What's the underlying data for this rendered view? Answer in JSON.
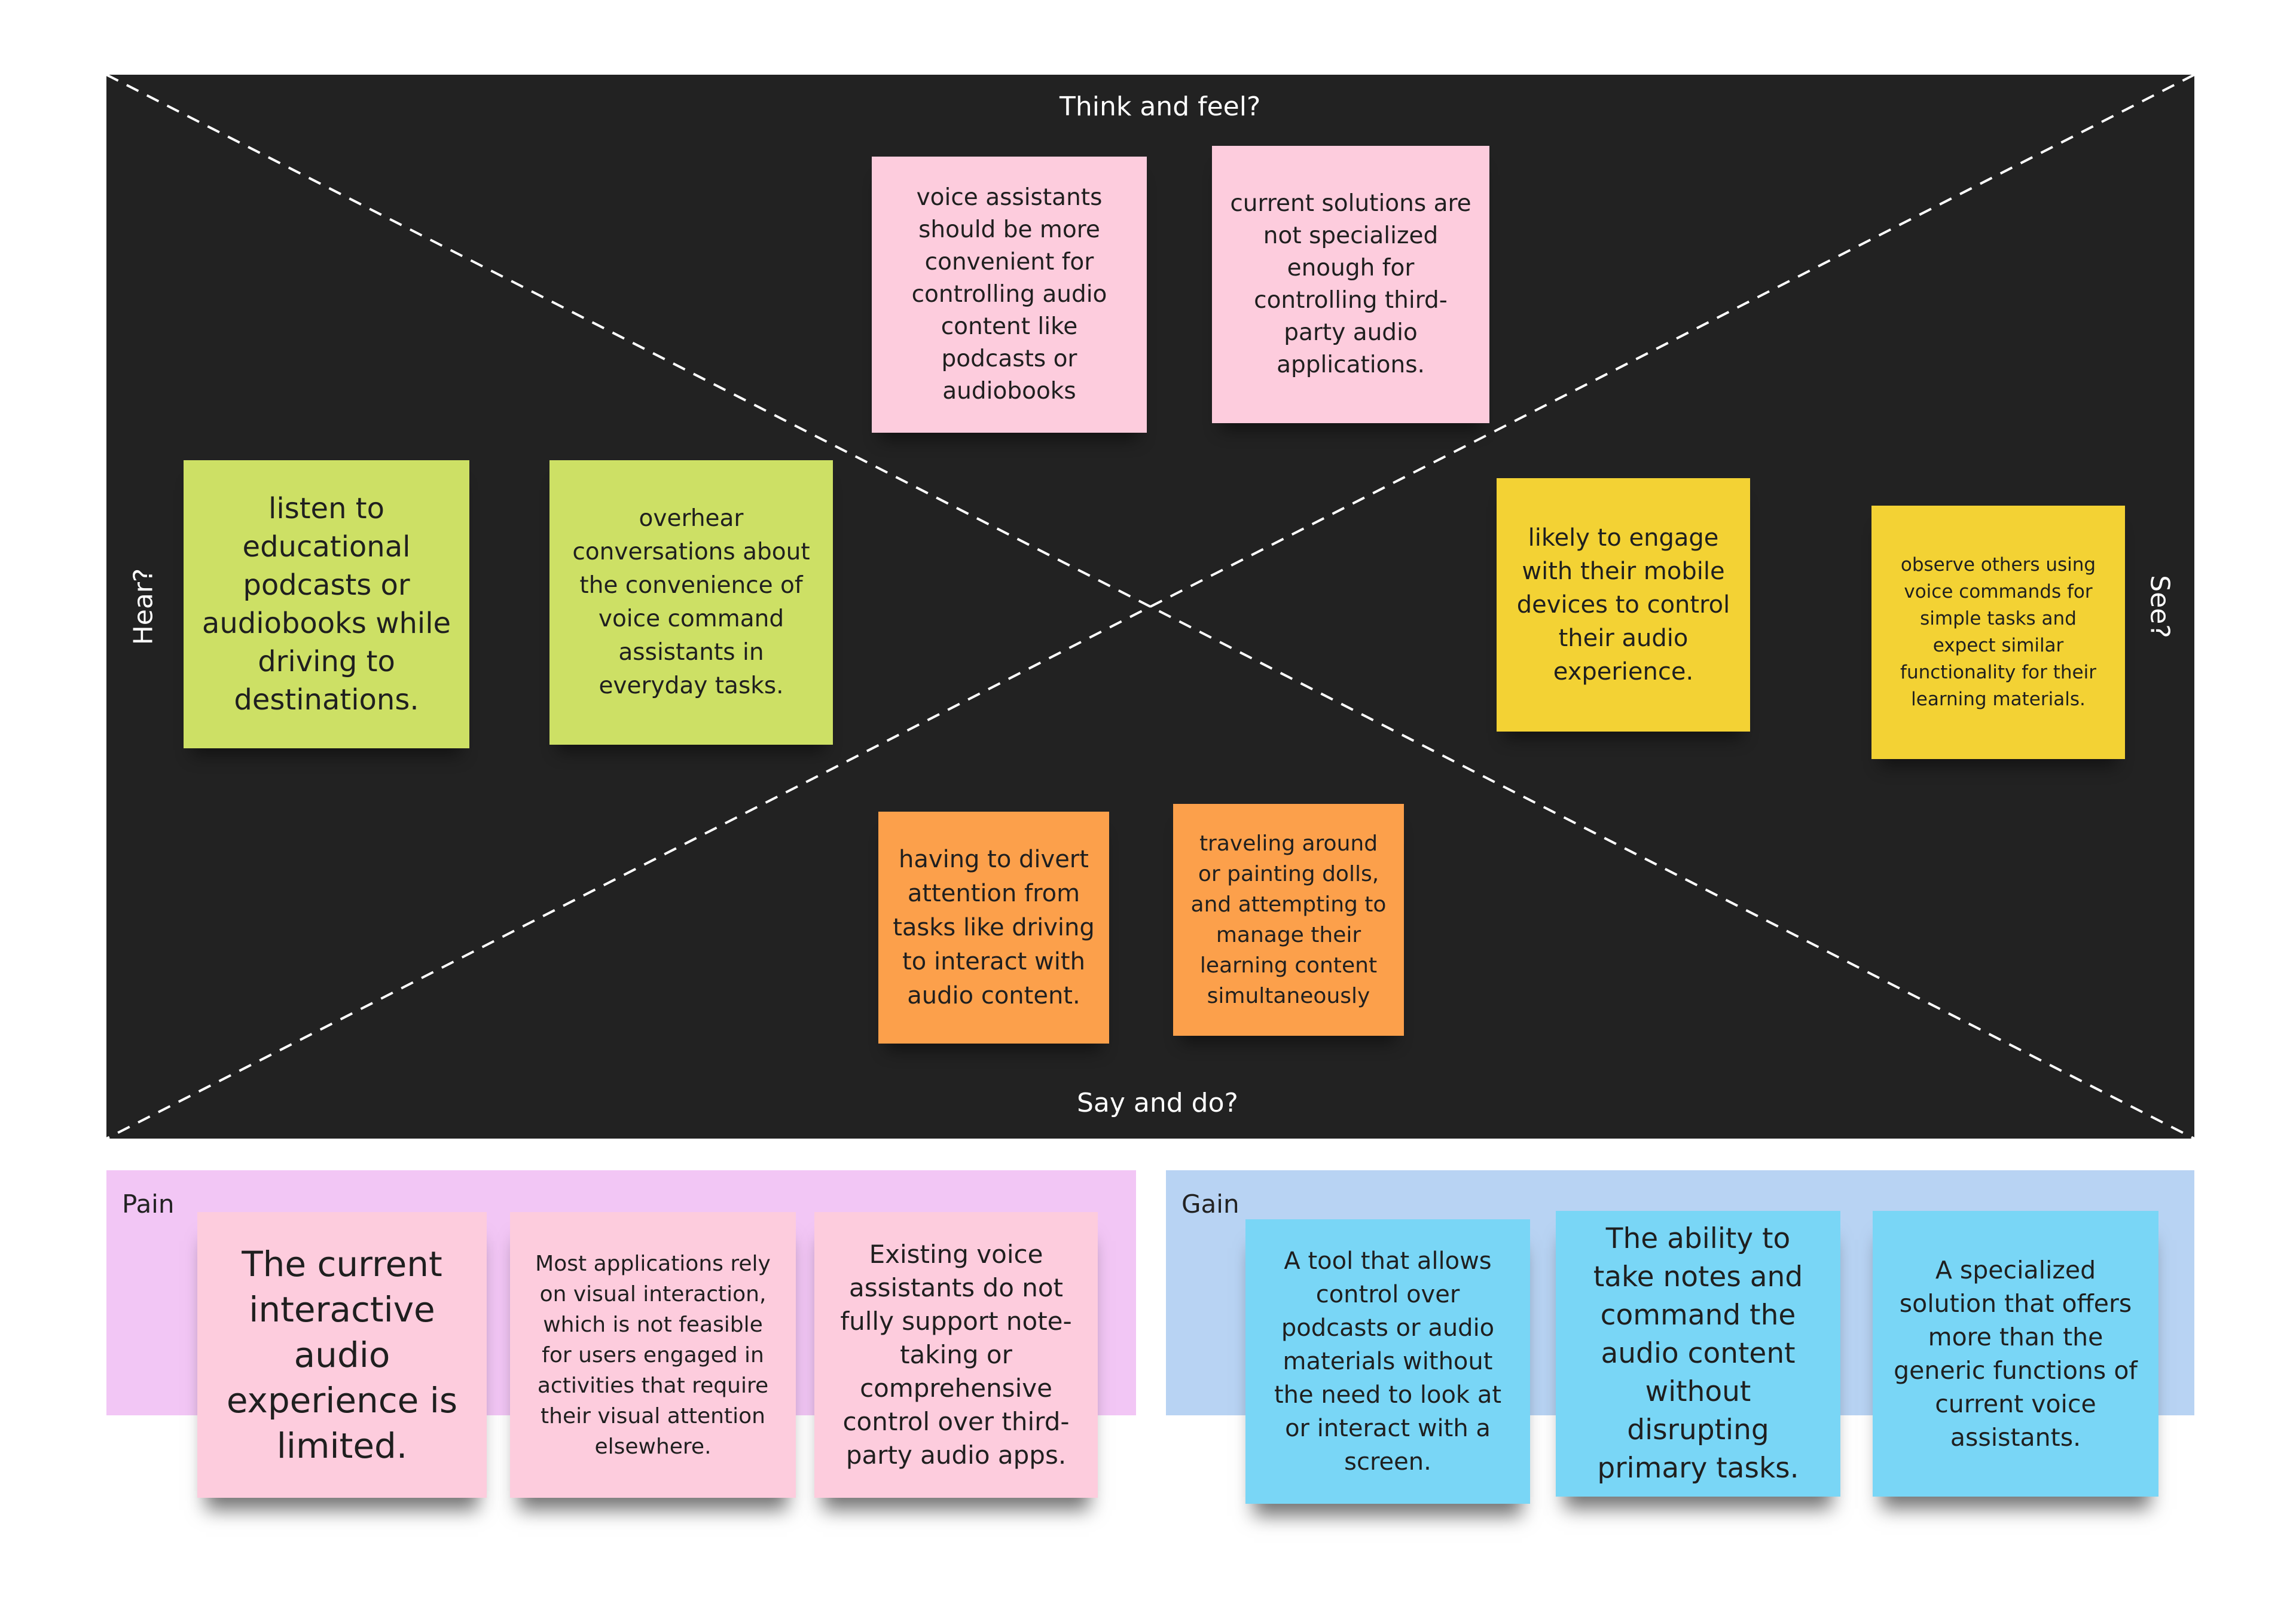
{
  "empathy_map": {
    "quadrants": {
      "think_feel": "Think and feel?",
      "hear": "Hear?",
      "see": "See?",
      "say_do": "Say and do?"
    },
    "notes": {
      "think_1": "voice assistants should be more convenient for controlling audio content like podcasts or audiobooks",
      "think_2": "current solutions are not specialized enough for controlling third-party audio applications.",
      "hear_1": "listen to educational podcasts or audiobooks while driving to destinations.",
      "hear_2": "overhear conversations about the convenience of voice command assistants in everyday tasks.",
      "see_1": "likely to engage with their mobile devices to control their audio experience.",
      "see_2": "observe others using voice commands for simple tasks and expect similar functionality for their learning materials.",
      "say_1": "having to divert attention from tasks like driving to interact with audio content.",
      "say_2": "traveling around or painting dolls, and attempting to manage their learning content simultaneously"
    }
  },
  "pain": {
    "label": "Pain",
    "notes": [
      "The current interactive audio experience is limited.",
      "Most applications rely on visual interaction, which is not feasible for users engaged in activities that require their visual attention elsewhere.",
      "Existing voice assistants do not fully support note-taking or comprehensive control over third-party audio apps."
    ]
  },
  "gain": {
    "label": "Gain",
    "notes": [
      "A tool that allows control over podcasts or audio materials without the need to look at or interact with a screen.",
      "The ability to take notes and command the audio content without disrupting primary tasks.",
      "A specialized solution that offers more than the generic functions of current voice assistants."
    ]
  },
  "colors": {
    "board": "#222222",
    "pink": "#fdccdd",
    "green": "#cde065",
    "yellow": "#f3d234",
    "orange": "#fca04b",
    "blue": "#79d6f6",
    "pain_band": "#f2c6f5",
    "gain_band": "#b8d3f3"
  }
}
